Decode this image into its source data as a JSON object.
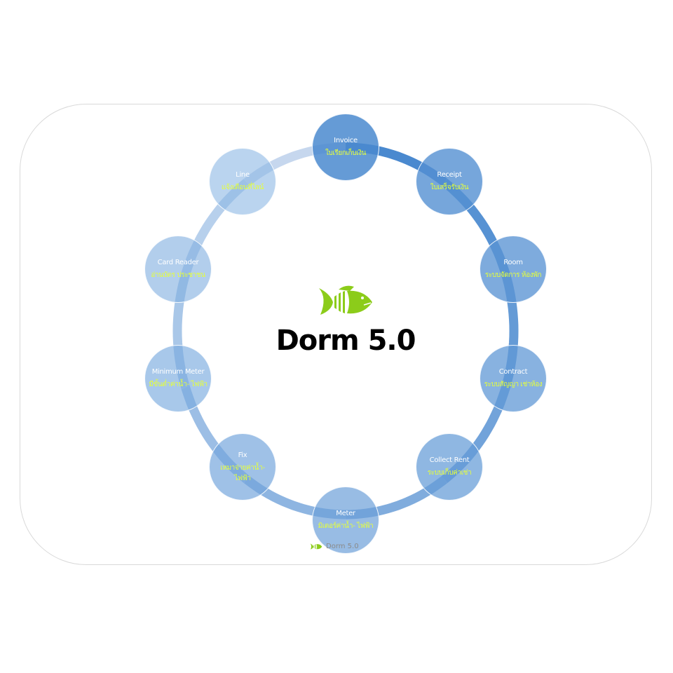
{
  "title": "Dorm 5.0",
  "footer": "Dorm 5.0",
  "colors": {
    "accent_green": "#8ccc1a",
    "subtitle_yellow": "#e6ff3a",
    "ring_dark": "#4a89cf",
    "ring_light": "#c6d7ee"
  },
  "nodes": [
    {
      "title": "Invoice",
      "subtitle": "ใบเรียกเก็บเงิน"
    },
    {
      "title": "Receipt",
      "subtitle": "ใบเสร็จรับเงิน"
    },
    {
      "title": "Room",
      "subtitle": "ระบบจัดการ ห้องพัก"
    },
    {
      "title": "Contract",
      "subtitle": "ระบบสัญญา เช่าห้อง"
    },
    {
      "title": "Collect Rent",
      "subtitle": "ระบบเก็บค่าเช่า"
    },
    {
      "title": "Meter",
      "subtitle": "มิเตอร์ค่าน้ำ- ไฟฟ้า"
    },
    {
      "title": "Fix",
      "subtitle": "เหมาจ่ายค่าน้ำ- ไฟฟ้า"
    },
    {
      "title": "Minimum Meter",
      "subtitle": "มีขั้นต่ำค่าน้ำ- ไฟฟ้า"
    },
    {
      "title": "Card Reader",
      "subtitle": "อ่านบัตร ประชาชน"
    },
    {
      "title": "Line",
      "subtitle": "แจ้งเตือนที่ไลน์"
    }
  ]
}
